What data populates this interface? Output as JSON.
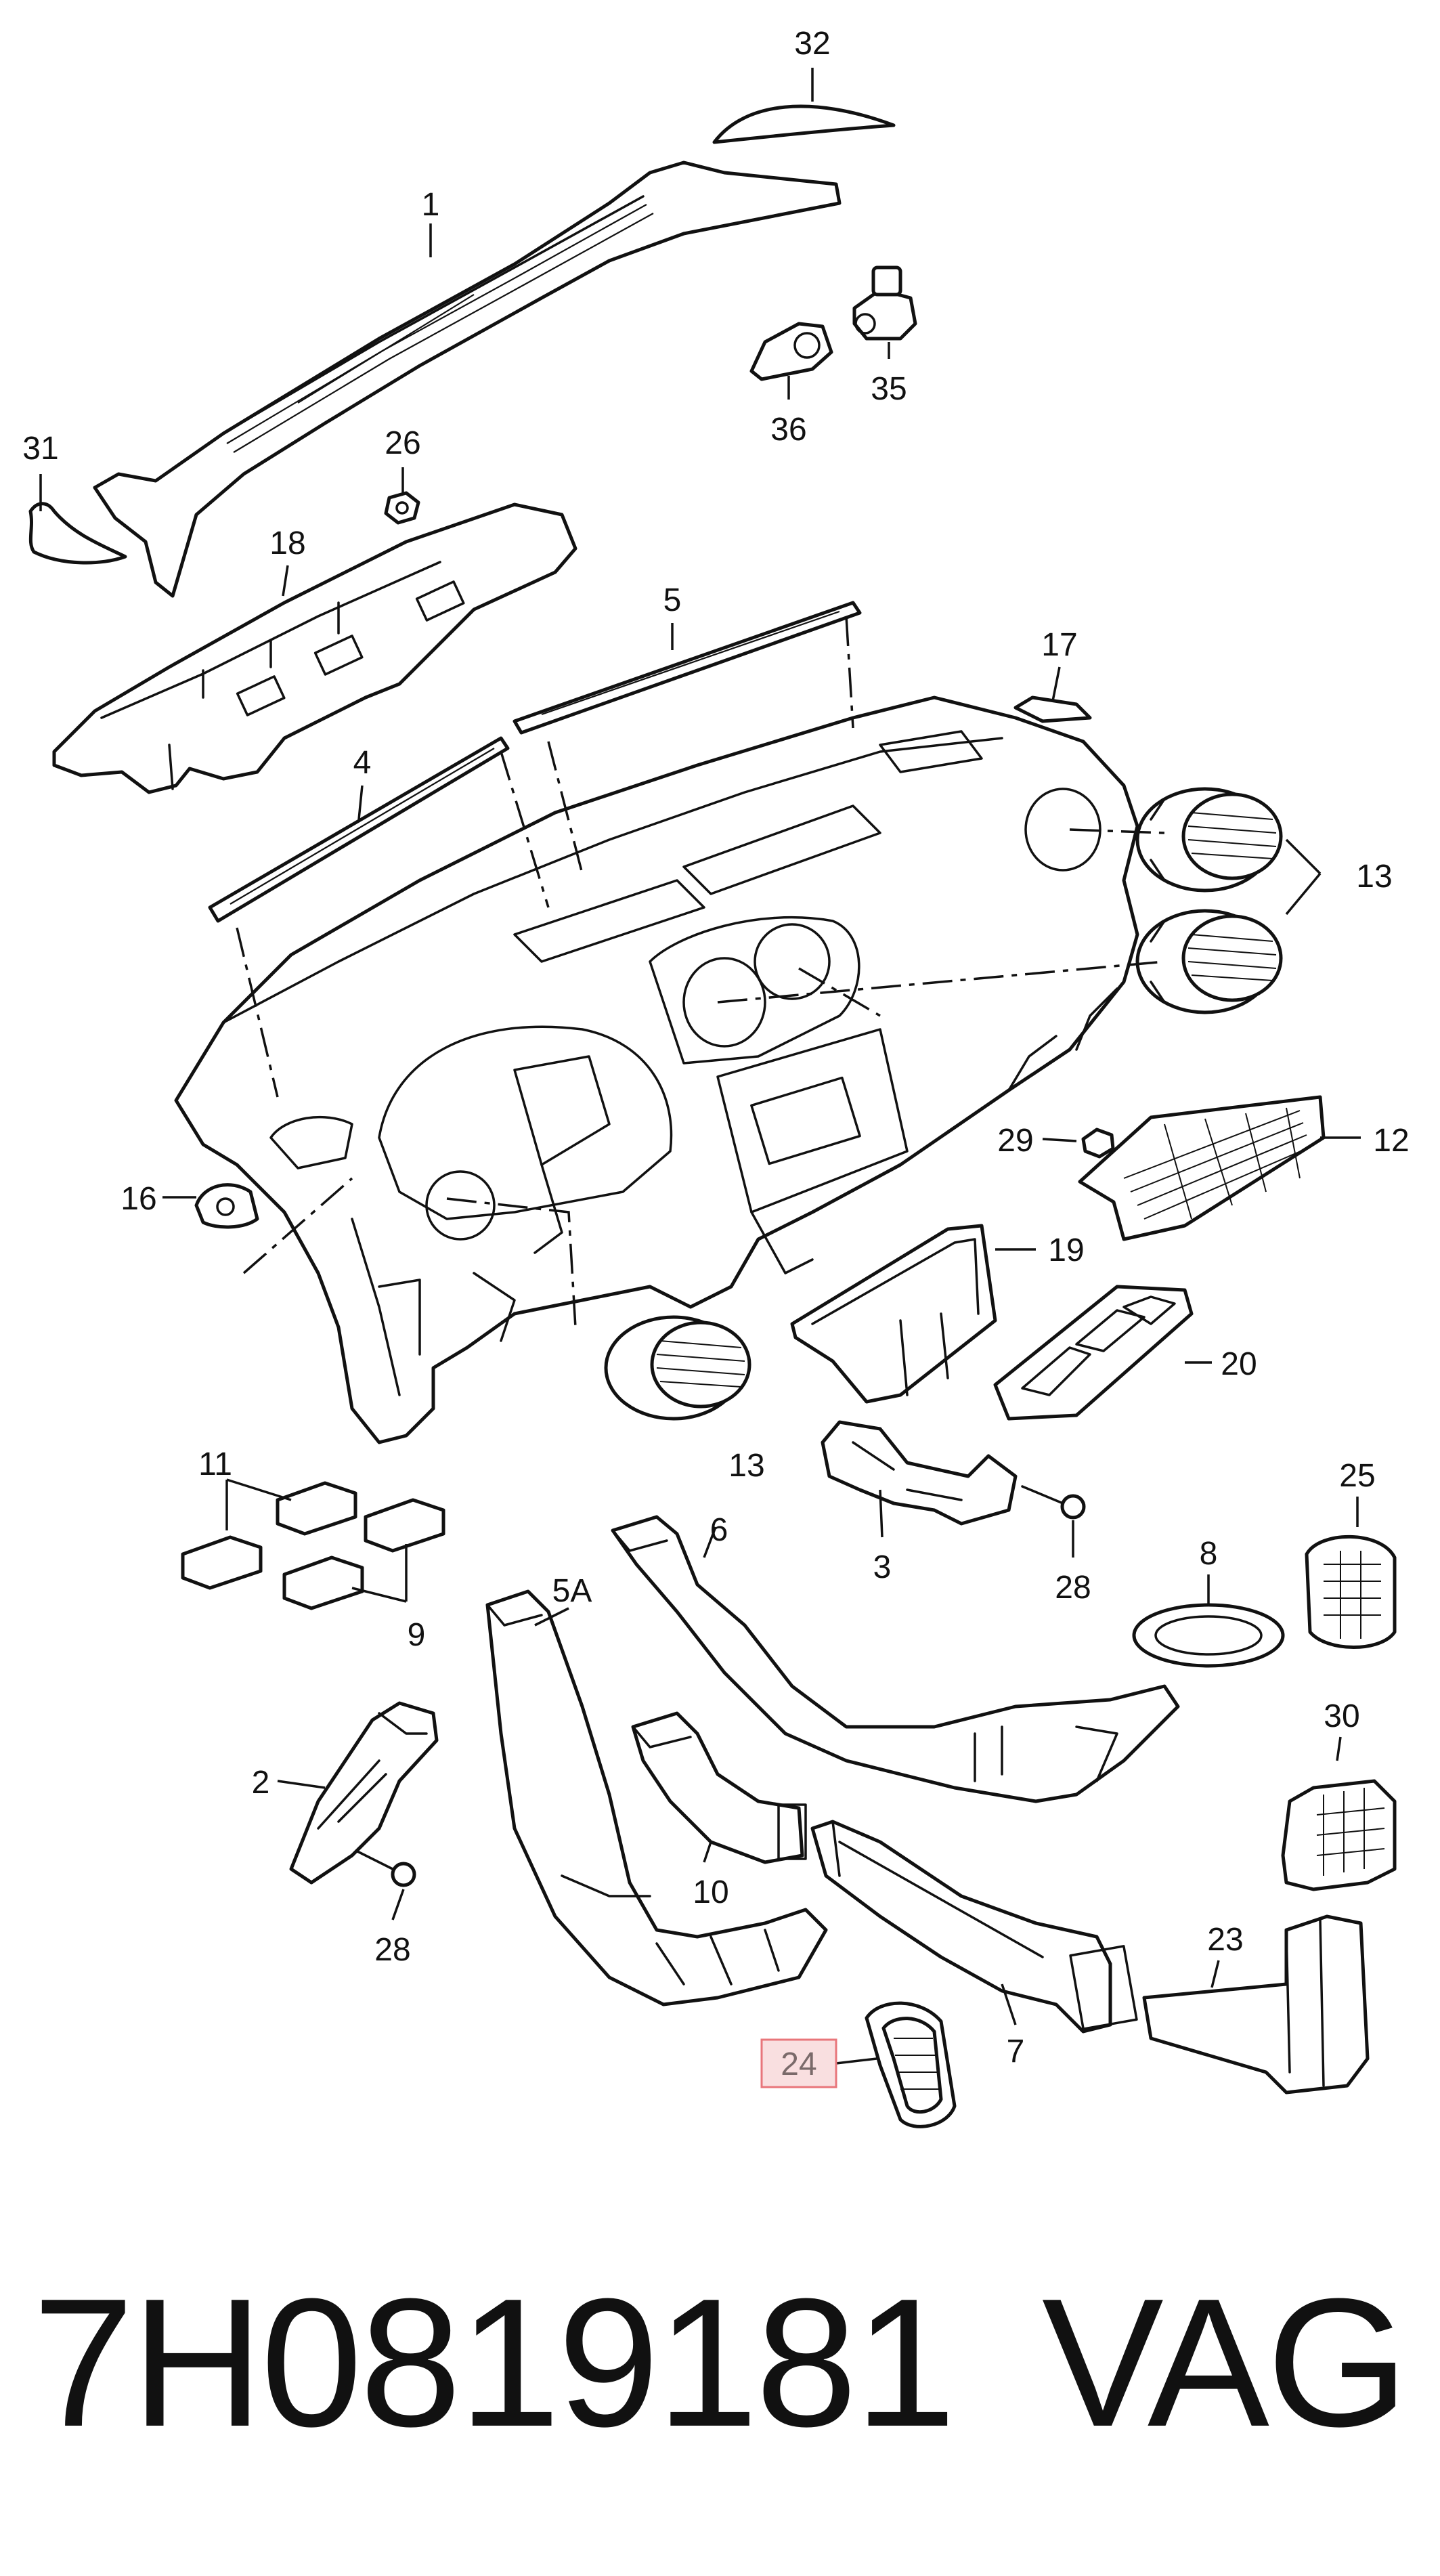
{
  "diagram": {
    "callouts": [
      "32",
      "1",
      "35",
      "36",
      "31",
      "26",
      "18",
      "5",
      "17",
      "4",
      "13",
      "29",
      "12",
      "16",
      "19",
      "20",
      "11",
      "6",
      "3",
      "28",
      "8",
      "25",
      "5A",
      "9",
      "2",
      "30",
      "10",
      "23",
      "7",
      "24"
    ],
    "highlighted": "24",
    "colors": {
      "line": "#111111",
      "background": "#ffffff",
      "highlight_fill": "#f9dfe0",
      "highlight_stroke": "#e8767b",
      "highlight_text": "#7a6a6a"
    }
  },
  "footer": {
    "part_number": "7H0819181",
    "brand": "VAG"
  }
}
